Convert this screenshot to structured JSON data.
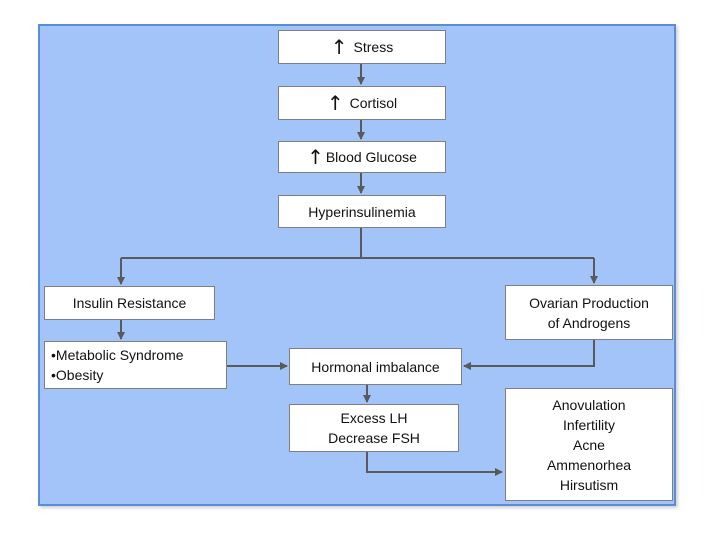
{
  "colors": {
    "panel_bg": "#a3c4f8",
    "panel_border": "#5b8cd6",
    "connector": "#5a5a5a",
    "box_bg": "#ffffff",
    "box_border": "#7f7f7f"
  },
  "arrow_glyph": "↑",
  "nodes": {
    "stress": "Stress",
    "cortisol": "Cortisol",
    "blood_glucose": "Blood Glucose",
    "hyperinsulinemia": "Hyperinsulinemia",
    "insulin_resistance": "Insulin Resistance",
    "ovarian_production": [
      "Ovarian Production",
      "of Androgens"
    ],
    "metabolic": [
      "•Metabolic Syndrome",
      "•Obesity"
    ],
    "hormonal_imbalance": "Hormonal imbalance",
    "lh_fsh": [
      "Excess LH",
      "Decrease FSH"
    ],
    "outcomes": [
      "Anovulation",
      "Infertility",
      "Acne",
      "Ammenorhea",
      "Hirsutism"
    ]
  }
}
